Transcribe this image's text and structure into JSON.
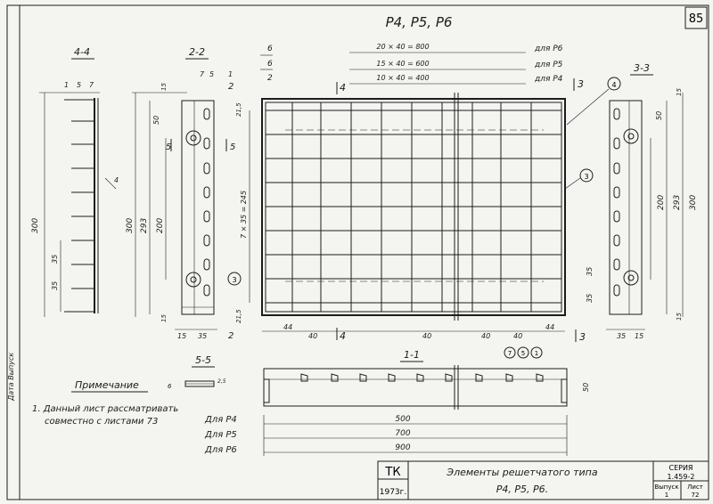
{
  "sheet": {
    "page_number": "85",
    "title": "Р4, Р5, Р6",
    "side_label": "Дата  Выпуск"
  },
  "sections": {
    "s44": "4-4",
    "s22": "2-2",
    "s33": "3-3",
    "s55": "5-5",
    "s11": "1-1"
  },
  "spans": {
    "p6": "20 × 40 = 800",
    "p5": "15 × 40 = 600",
    "p4": "10 × 40 = 400",
    "for_p6": "для Р6",
    "for_p5": "для Р5",
    "for_p4": "для Р4"
  },
  "dims": {
    "h300": "300",
    "h293": "293",
    "h200": "200",
    "h35": "35",
    "d50": "50",
    "d15": "15",
    "d215": "21,5",
    "d44": "44",
    "d40": "40",
    "grid_h": "7 × 35 = 245",
    "w500": "500",
    "w700": "700",
    "w900": "900",
    "d2": "2",
    "d7": "7",
    "d5": "5",
    "d1": "1",
    "d6": "6",
    "d25": "2,5"
  },
  "callouts": [
    "1",
    "2",
    "3",
    "4",
    "5",
    "6",
    "7"
  ],
  "note": {
    "heading": "Примечание",
    "line1": "1. Данный лист рассматривать",
    "line2": "совместно   с листами 73",
    "for_p4": "Для  Р4",
    "for_p5": "Для  Р5",
    "for_p6": "Для  Р6"
  },
  "title_block": {
    "org": "ТК",
    "year": "1973г.",
    "name_line1": "Элементы  решетчатого   типа",
    "name_line2": "Р4, Р5, Р6.",
    "series_label": "СЕРИЯ",
    "series_value": "1.459-2",
    "issue_label": "Выпуск",
    "issue_value": "1",
    "sheet_label": "Лист",
    "sheet_value": "72"
  }
}
